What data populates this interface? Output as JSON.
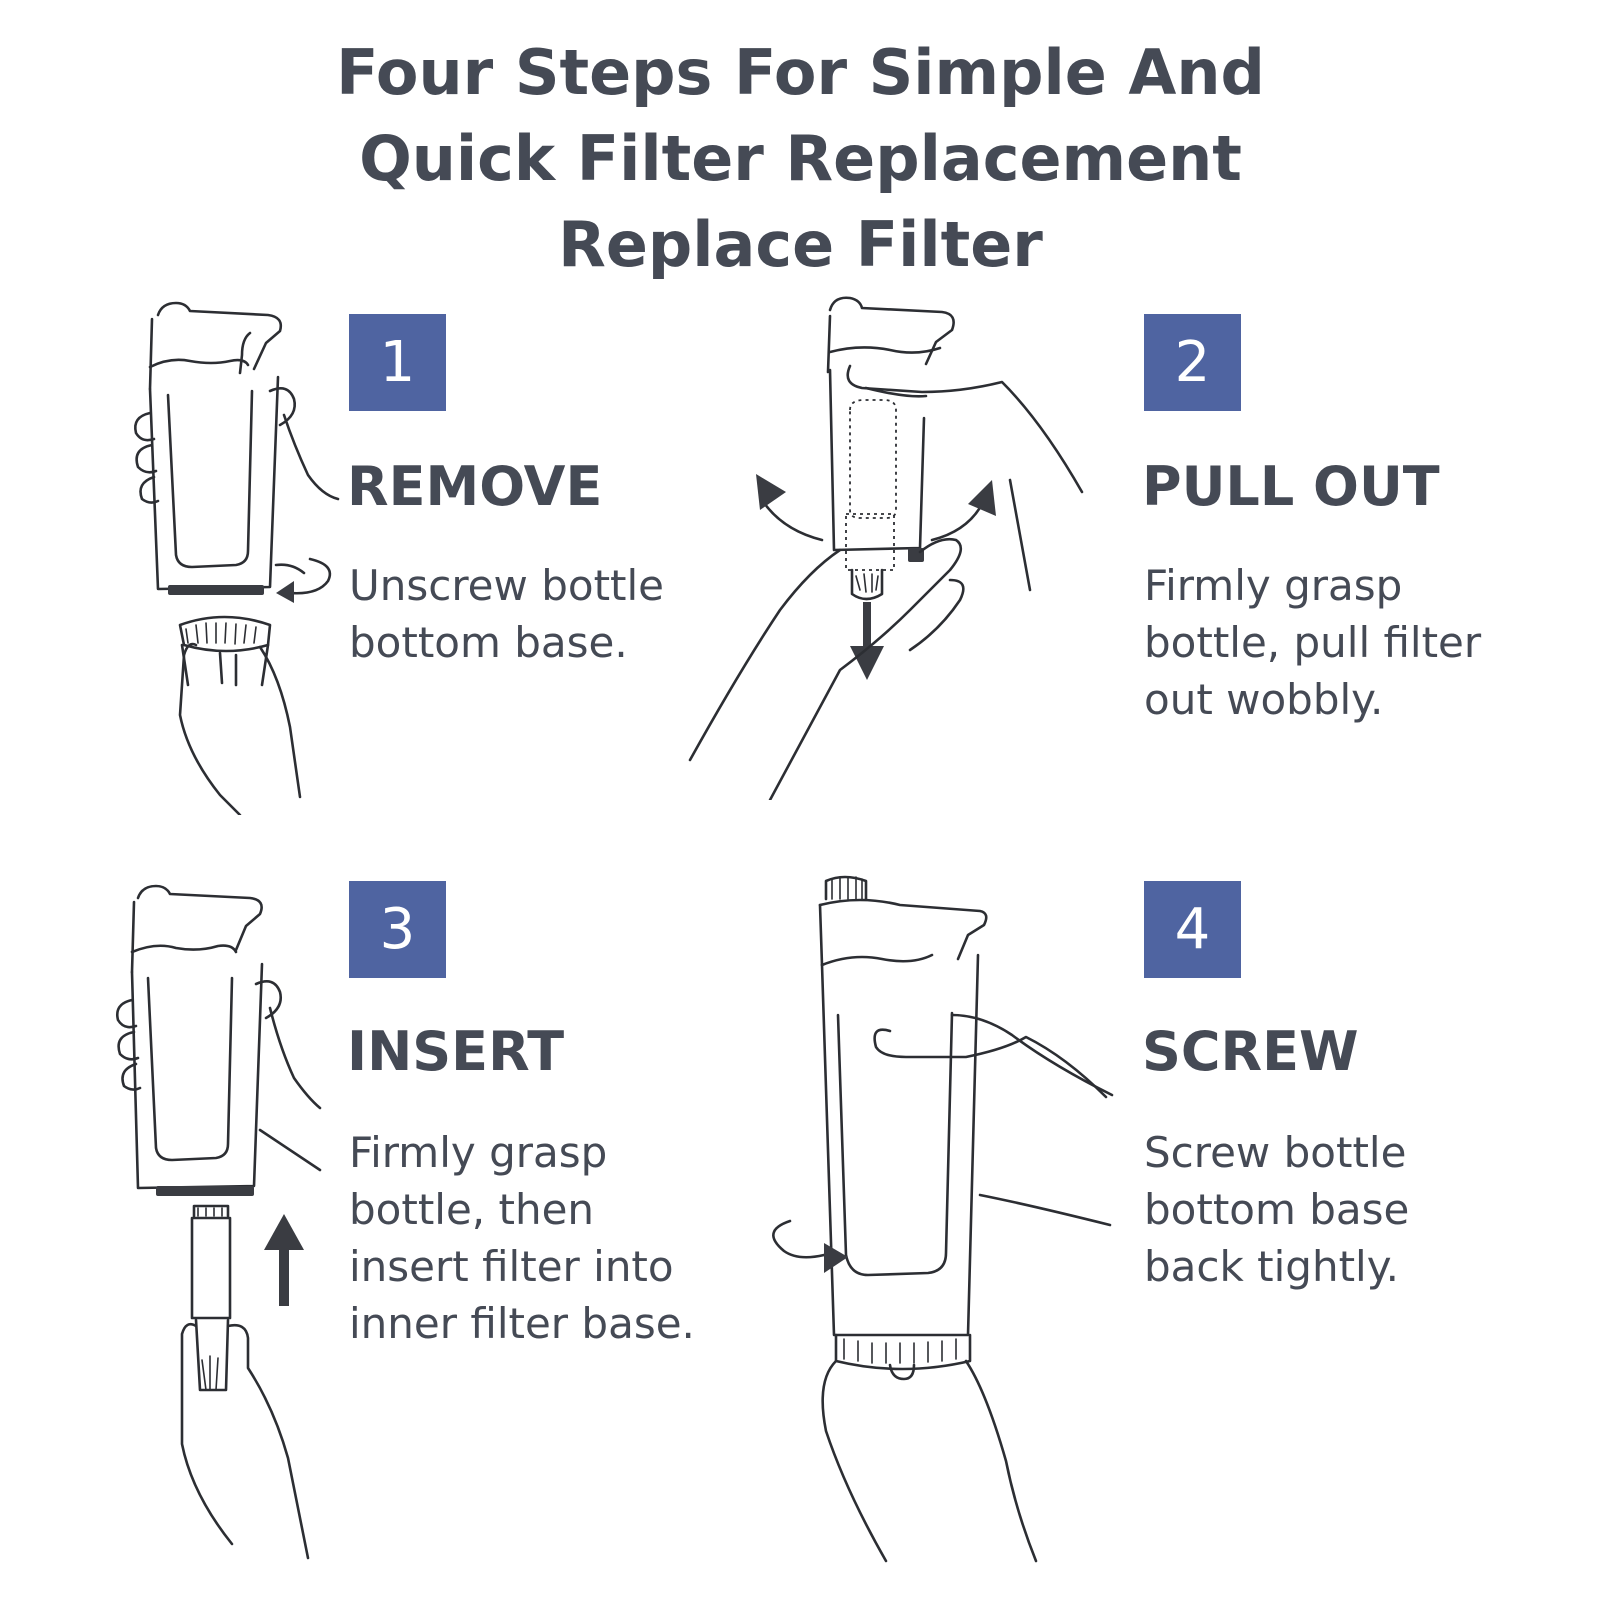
{
  "title": {
    "line1": "Four Steps For Simple And",
    "line2": "Quick Filter Replacement",
    "line3": "Replace Filter"
  },
  "steps": [
    {
      "number": "1",
      "heading": "REMOVE",
      "desc": [
        "Unscrew bottle",
        "bottom base."
      ],
      "icon": "unscrew-base-illustration"
    },
    {
      "number": "2",
      "heading": "PULL OUT",
      "desc": [
        "Firmly grasp",
        "bottle, pull filter",
        "out wobbly."
      ],
      "icon": "pull-filter-illustration"
    },
    {
      "number": "3",
      "heading": "INSERT",
      "desc": [
        "Firmly grasp",
        "bottle, then",
        "insert filter into",
        "inner filter base."
      ],
      "icon": "insert-filter-illustration"
    },
    {
      "number": "4",
      "heading": "SCREW",
      "desc": [
        "Screw bottle",
        "bottom base",
        "back tightly."
      ],
      "icon": "screw-base-illustration"
    }
  ],
  "colors": {
    "badge": "#4f64a1",
    "text": "#454a55",
    "ink": "#2c2e33"
  }
}
